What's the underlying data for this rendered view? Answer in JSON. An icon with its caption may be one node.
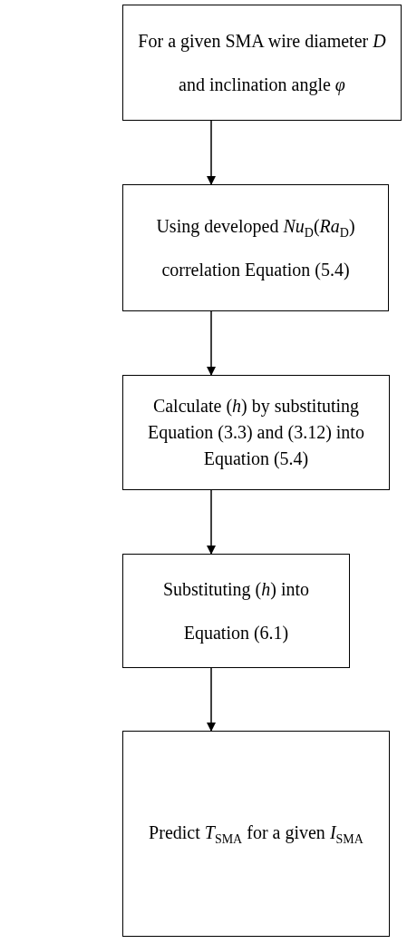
{
  "diagram": {
    "nodes": [
      {
        "text": [
          "For a given SMA wire diameter *D* and inclination angle *φ*"
        ]
      },
      {
        "text": [
          "Using developed *Nu*$_{D}$(*Ra*$_{D}$) correlation Equation (5.4)"
        ]
      },
      {
        "text": [
          "Calculate (*h*) by substituting Equation (3.3) and (3.12) into Equation (5.4)"
        ]
      },
      {
        "text": [
          "Substituting (*h*) into Equation (6.1)"
        ]
      },
      {
        "text": [
          "Predict *T*$_{SMA}$ for a given *I*$_{SMA}$"
        ]
      }
    ],
    "edges": [
      {
        "from": 0,
        "to": 1,
        "arrow": "to"
      },
      {
        "from": 1,
        "to": 2,
        "arrow": "to"
      },
      {
        "from": 2,
        "to": 3,
        "arrow": "to"
      },
      {
        "from": 3,
        "to": 4,
        "arrow": "to"
      }
    ]
  }
}
